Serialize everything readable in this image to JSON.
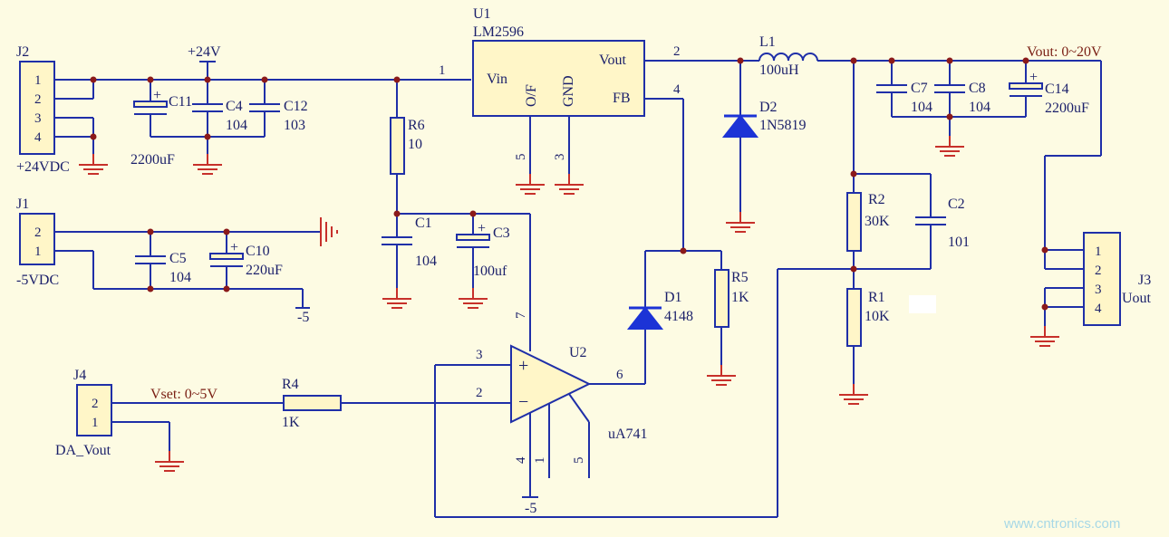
{
  "u1": {
    "ref": "U1",
    "part": "LM2596",
    "vin": "Vin",
    "vout": "Vout",
    "fb": "FB",
    "of": "O/F",
    "gnd": "GND",
    "pin1": "1",
    "pin2": "2",
    "pin3": "3",
    "pin4": "4",
    "pin5": "5"
  },
  "u2": {
    "ref": "U2",
    "part": "uA741",
    "plus": "+",
    "minus": "−",
    "pin2": "2",
    "pin3": "3",
    "pin4": "4",
    "pin1": "1",
    "pin5": "5",
    "pin6": "6",
    "pin7": "7"
  },
  "j2": {
    "ref": "J2",
    "label": "+24VDC",
    "pins": [
      "1",
      "2",
      "3",
      "4"
    ]
  },
  "j1": {
    "ref": "J1",
    "label": "-5VDC",
    "pins": [
      "2",
      "1"
    ]
  },
  "j4": {
    "ref": "J4",
    "label": "DA_Vout",
    "pins": [
      "2",
      "1"
    ]
  },
  "j3": {
    "ref": "J3",
    "label": "Uout",
    "pins": [
      "1",
      "2",
      "3",
      "4"
    ]
  },
  "nets": {
    "p24": "+24V",
    "vout": "Vout: 0~20V",
    "vset": "Vset: 0~5V",
    "m5a": "-5",
    "m5b": "-5"
  },
  "c11": {
    "ref": "C11",
    "val": "2200uF",
    "plus": "+"
  },
  "c4": {
    "ref": "C4",
    "val": "104"
  },
  "c12": {
    "ref": "C12",
    "val": "103"
  },
  "c5": {
    "ref": "C5",
    "val": "104"
  },
  "c10": {
    "ref": "C10",
    "val": "220uF",
    "plus": "+"
  },
  "r6": {
    "ref": "R6",
    "val": "10"
  },
  "c1": {
    "ref": "C1",
    "val": "104"
  },
  "c3": {
    "ref": "C3",
    "val": "100uf",
    "plus": "+"
  },
  "l1": {
    "ref": "L1",
    "val": "100uH"
  },
  "d2": {
    "ref": "D2",
    "val": "1N5819"
  },
  "d1": {
    "ref": "D1",
    "val": "4148"
  },
  "r5": {
    "ref": "R5",
    "val": "1K"
  },
  "r4": {
    "ref": "R4",
    "val": "1K"
  },
  "r2": {
    "ref": "R2",
    "val": "30K"
  },
  "r1": {
    "ref": "R1",
    "val": "10K"
  },
  "c2": {
    "ref": "C2",
    "val": "101"
  },
  "c7": {
    "ref": "C7",
    "val": "104"
  },
  "c8": {
    "ref": "C8",
    "val": "104"
  },
  "c14": {
    "ref": "C14",
    "val": "2200uF",
    "plus": "+"
  },
  "watermark": "www.cntronics.com",
  "colors": {
    "wire": "#1f2fa8",
    "ground": "#c7302a",
    "junction": "#8b1a1a",
    "background": "#fdfbe3",
    "component_fill": "#fff6c8"
  }
}
